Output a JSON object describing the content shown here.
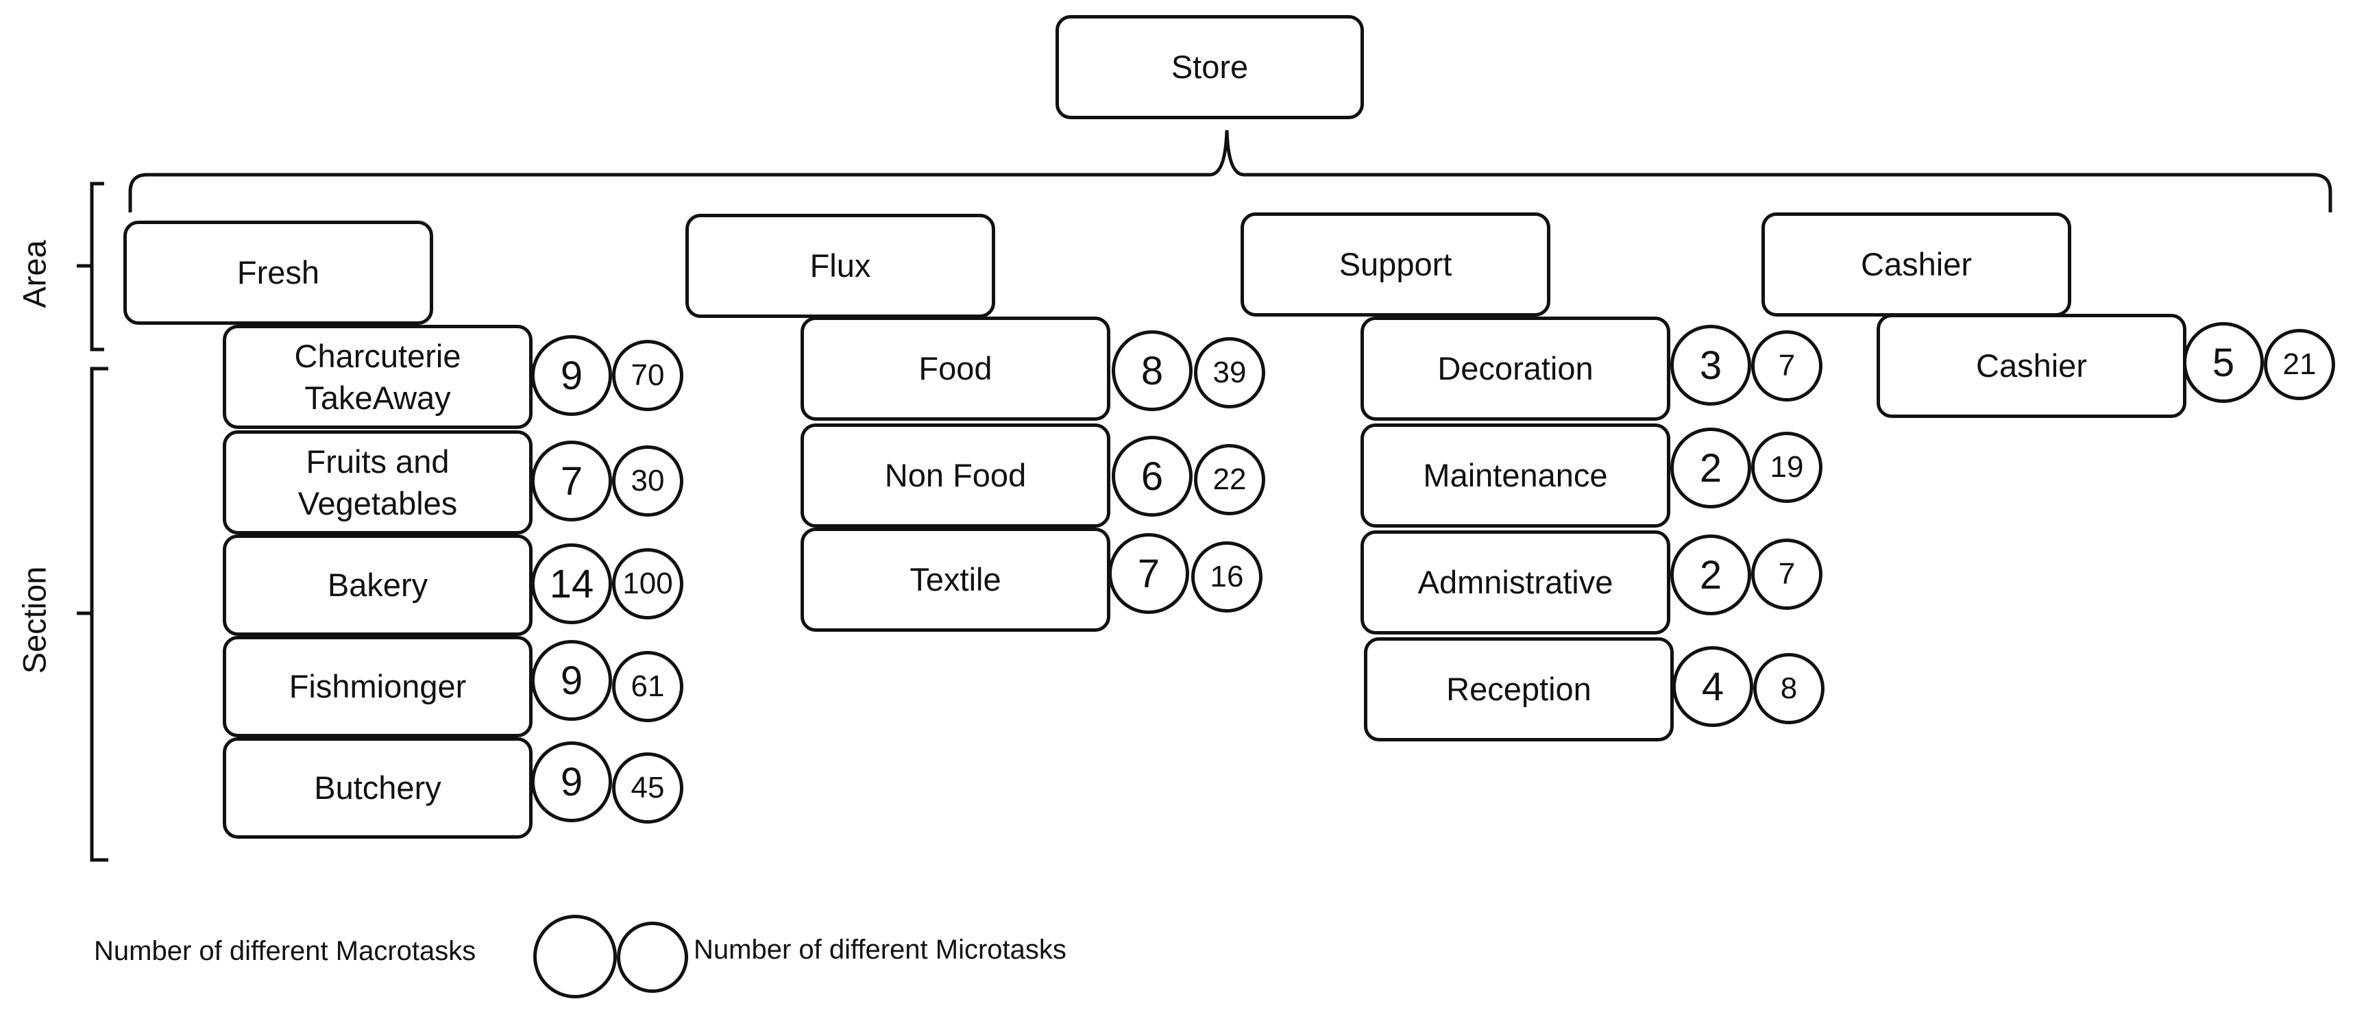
{
  "root": {
    "label": "Store"
  },
  "axis_labels": {
    "area": "Area",
    "section": "Section"
  },
  "areas": [
    {
      "label": "Fresh",
      "sections": [
        {
          "label": "Charcuterie TakeAway",
          "macro": "9",
          "micro": "70"
        },
        {
          "label": "Fruits and Vegetables",
          "macro": "7",
          "micro": "30"
        },
        {
          "label": "Bakery",
          "macro": "14",
          "micro": "100"
        },
        {
          "label": "Fishmionger",
          "macro": "9",
          "micro": "61"
        },
        {
          "label": "Butchery",
          "macro": "9",
          "micro": "45"
        }
      ]
    },
    {
      "label": "Flux",
      "sections": [
        {
          "label": "Food",
          "macro": "8",
          "micro": "39"
        },
        {
          "label": "Non Food",
          "macro": "6",
          "micro": "22"
        },
        {
          "label": "Textile",
          "macro": "7",
          "micro": "16"
        }
      ]
    },
    {
      "label": "Support",
      "sections": [
        {
          "label": "Decoration",
          "macro": "3",
          "micro": "7"
        },
        {
          "label": "Maintenance",
          "macro": "2",
          "micro": "19"
        },
        {
          "label": "Admnistrative",
          "macro": "2",
          "micro": "7"
        },
        {
          "label": "Reception",
          "macro": "4",
          "micro": "8"
        }
      ]
    },
    {
      "label": "Cashier",
      "sections": [
        {
          "label": "Cashier",
          "macro": "5",
          "micro": "21"
        }
      ]
    }
  ],
  "legend": {
    "macro_label": "Number of different Macrotasks",
    "micro_label": "Number of different Microtasks"
  }
}
